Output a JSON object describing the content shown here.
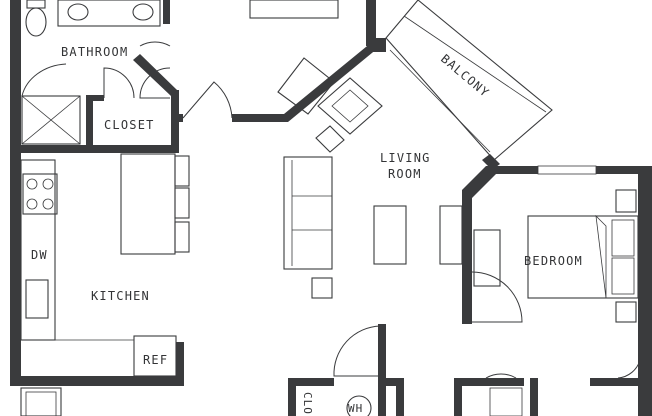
{
  "rooms": {
    "bathroom": "BATHROOM",
    "closet": "CLOSET",
    "balcony": "BALCONY",
    "living_line1": "LIVING",
    "living_line2": "ROOM",
    "bedroom": "BEDROOM",
    "kitchen": "KITCHEN",
    "dishwasher": "DW",
    "refrigerator": "REF",
    "closet_small": "CLO",
    "water_heater": "WH"
  },
  "colors": {
    "wall": "#3a3b3d",
    "background": "#ffffff"
  }
}
